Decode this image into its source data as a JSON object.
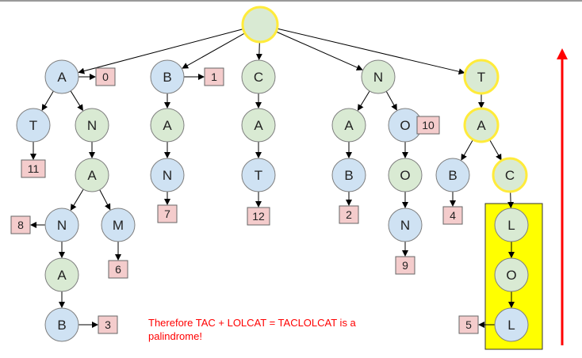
{
  "colors": {
    "green_fill": "#d9ead3",
    "blue_fill": "#cfe2f3",
    "node_stroke": "#7f7f7f",
    "highlight_stroke": "#ffeb3b",
    "box_fill": "#f4cccc",
    "box_stroke": "#666666",
    "highlight_rect_fill": "#ffff00",
    "caption_color": "#ff0000",
    "arrow_color": "#ff0000"
  },
  "nodes": [
    {
      "id": "root",
      "label": "",
      "fill": "green",
      "highlight": true
    },
    {
      "id": "a1",
      "label": "A",
      "fill": "blue"
    },
    {
      "id": "t1",
      "label": "T",
      "fill": "blue"
    },
    {
      "id": "n1",
      "label": "N",
      "fill": "green"
    },
    {
      "id": "a2",
      "label": "A",
      "fill": "green"
    },
    {
      "id": "n2",
      "label": "N",
      "fill": "blue"
    },
    {
      "id": "m1",
      "label": "M",
      "fill": "blue"
    },
    {
      "id": "a3",
      "label": "A",
      "fill": "green"
    },
    {
      "id": "b1",
      "label": "B",
      "fill": "blue"
    },
    {
      "id": "b2",
      "label": "B",
      "fill": "blue"
    },
    {
      "id": "a4",
      "label": "A",
      "fill": "green"
    },
    {
      "id": "n3",
      "label": "N",
      "fill": "blue"
    },
    {
      "id": "c1",
      "label": "C",
      "fill": "green"
    },
    {
      "id": "a5",
      "label": "A",
      "fill": "green"
    },
    {
      "id": "t2",
      "label": "T",
      "fill": "blue"
    },
    {
      "id": "n4",
      "label": "N",
      "fill": "green"
    },
    {
      "id": "a6",
      "label": "A",
      "fill": "green"
    },
    {
      "id": "b3",
      "label": "B",
      "fill": "blue"
    },
    {
      "id": "o1",
      "label": "O",
      "fill": "blue"
    },
    {
      "id": "o2",
      "label": "O",
      "fill": "green"
    },
    {
      "id": "n5",
      "label": "N",
      "fill": "blue"
    },
    {
      "id": "t3",
      "label": "T",
      "fill": "green",
      "highlight": true
    },
    {
      "id": "a7",
      "label": "A",
      "fill": "green",
      "highlight": true
    },
    {
      "id": "b4",
      "label": "B",
      "fill": "blue"
    },
    {
      "id": "c2",
      "label": "C",
      "fill": "green",
      "highlight": true
    },
    {
      "id": "l1",
      "label": "L",
      "fill": "green"
    },
    {
      "id": "o3",
      "label": "O",
      "fill": "green"
    },
    {
      "id": "l2",
      "label": "L",
      "fill": "blue"
    }
  ],
  "edges": [
    [
      "root",
      "a1"
    ],
    [
      "root",
      "b2"
    ],
    [
      "root",
      "c1"
    ],
    [
      "root",
      "n4"
    ],
    [
      "root",
      "t3"
    ],
    [
      "a1",
      "t1"
    ],
    [
      "a1",
      "n1"
    ],
    [
      "n1",
      "a2"
    ],
    [
      "a2",
      "n2"
    ],
    [
      "a2",
      "m1"
    ],
    [
      "n2",
      "a3"
    ],
    [
      "a3",
      "b1"
    ],
    [
      "b2",
      "a4"
    ],
    [
      "a4",
      "n3"
    ],
    [
      "c1",
      "a5"
    ],
    [
      "a5",
      "t2"
    ],
    [
      "n4",
      "a6"
    ],
    [
      "n4",
      "o1"
    ],
    [
      "a6",
      "b3"
    ],
    [
      "o1",
      "o2"
    ],
    [
      "o2",
      "n5"
    ],
    [
      "t3",
      "a7"
    ],
    [
      "a7",
      "b4"
    ],
    [
      "a7",
      "c2"
    ],
    [
      "c2",
      "l1"
    ],
    [
      "l1",
      "o3"
    ],
    [
      "o3",
      "l2"
    ]
  ],
  "boxes": [
    {
      "id": "box0",
      "label": "0",
      "node": "a1",
      "side": "right"
    },
    {
      "id": "box11",
      "label": "11",
      "node": "t1",
      "side": "below"
    },
    {
      "id": "box8",
      "label": "8",
      "node": "n2",
      "side": "left"
    },
    {
      "id": "box6",
      "label": "6",
      "node": "m1",
      "side": "below"
    },
    {
      "id": "box3",
      "label": "3",
      "node": "b1",
      "side": "right"
    },
    {
      "id": "box1",
      "label": "1",
      "node": "b2",
      "side": "right"
    },
    {
      "id": "box7",
      "label": "7",
      "node": "n3",
      "side": "below"
    },
    {
      "id": "box12",
      "label": "12",
      "node": "t2",
      "side": "below"
    },
    {
      "id": "box2",
      "label": "2",
      "node": "b3",
      "side": "below"
    },
    {
      "id": "box10",
      "label": "10",
      "node": "o1",
      "side": "right"
    },
    {
      "id": "box9",
      "label": "9",
      "node": "n5",
      "side": "below"
    },
    {
      "id": "box4",
      "label": "4",
      "node": "b4",
      "side": "below"
    },
    {
      "id": "box5",
      "label": "5",
      "node": "l2",
      "side": "left"
    }
  ],
  "caption": {
    "line1": "Therefore TAC + LOLCAT = TACLOLCAT is a",
    "line2": "palindrome!"
  }
}
